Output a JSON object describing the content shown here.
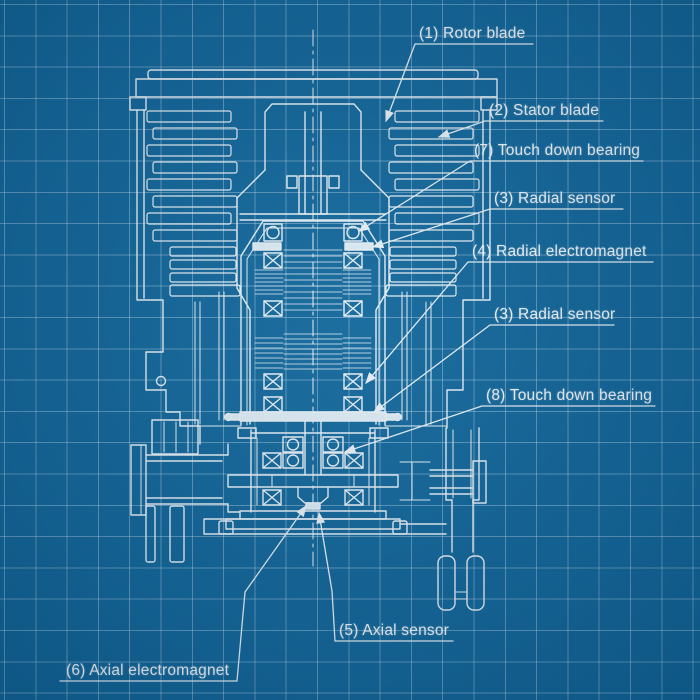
{
  "callouts": {
    "rotor_blade": "(1) Rotor blade",
    "stator_blade": "(2) Stator blade",
    "touch_down_bearing_top": "(7) Touch down bearing",
    "radial_sensor_upper": "(3) Radial sensor",
    "radial_electromagnet": "(4) Radial electromagnet",
    "radial_sensor_lower": "(3) Radial sensor",
    "touch_down_bearing_bottom": "(8) Touch down bearing",
    "axial_sensor": "(5) Axial sensor",
    "axial_electromagnet": "(6) Axial electromagnet"
  },
  "colors": {
    "background": "#11679b",
    "grid_line": "#9cc3dd",
    "drawing_line": "#e8f1f7",
    "label_text": "#f2f8fc"
  }
}
